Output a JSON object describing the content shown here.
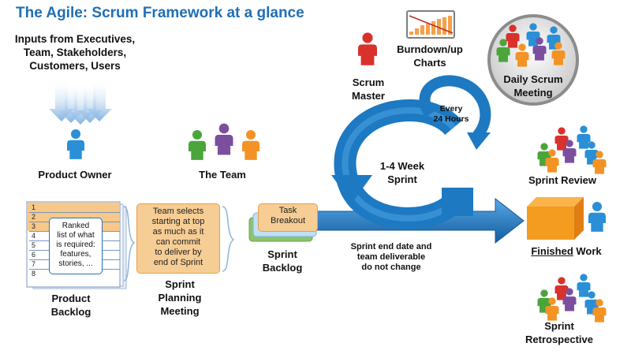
{
  "title": "The Agile: Scrum Framework at a glance",
  "inputs_label": "Inputs from Executives, Team, Stakeholders, Customers, Users",
  "inputs_lines": [
    "Inputs from Executives,",
    "Team, Stakeholders,",
    "Customers, Users"
  ],
  "product_owner": "Product Owner",
  "the_team": "The Team",
  "scrum_master_lines": [
    "Scrum",
    "Master"
  ],
  "burndown_lines": [
    "Burndown/up",
    "Charts"
  ],
  "daily_scrum_lines": [
    "Daily Scrum",
    "Meeting"
  ],
  "every_lines": [
    "Every",
    "24 Hours"
  ],
  "sprint_cycle_lines": [
    "1-4 Week",
    "Sprint"
  ],
  "sprint_review": "Sprint Review",
  "finished_word": "Finished",
  "work_word": " Work",
  "sprint_retro_lines": [
    "Sprint",
    "Retrospective"
  ],
  "product_backlog": {
    "rows": [
      "1",
      "2",
      "3",
      "4",
      "5",
      "6",
      "7",
      "8"
    ],
    "callout_lines": [
      "Ranked",
      "list of what",
      "is required:",
      "features,",
      "stories, ..."
    ],
    "label_lines": [
      "Product",
      "Backlog"
    ]
  },
  "sprint_planning": {
    "box_lines": [
      "Team selects",
      "starting at top",
      "as much as it",
      "can commit",
      "to deliver by",
      "end of Sprint"
    ],
    "label_lines": [
      "Sprint",
      "Planning",
      "Meeting"
    ]
  },
  "sprint_backlog": {
    "task_lines": [
      "Task",
      "Breakout"
    ],
    "label_lines": [
      "Sprint",
      "Backlog"
    ]
  },
  "sprint_end_lines": [
    "Sprint end date and",
    "team deliverable",
    "do not change"
  ],
  "colors": {
    "title": "#1f6fb5",
    "arrow_blue": "#1d79c1",
    "person_blue": "#2a8fd6",
    "person_red": "#d9312b",
    "person_green": "#4aa53b",
    "person_orange": "#f39325",
    "person_purple": "#7b4f9e",
    "box_orange": "#f39c1f"
  }
}
